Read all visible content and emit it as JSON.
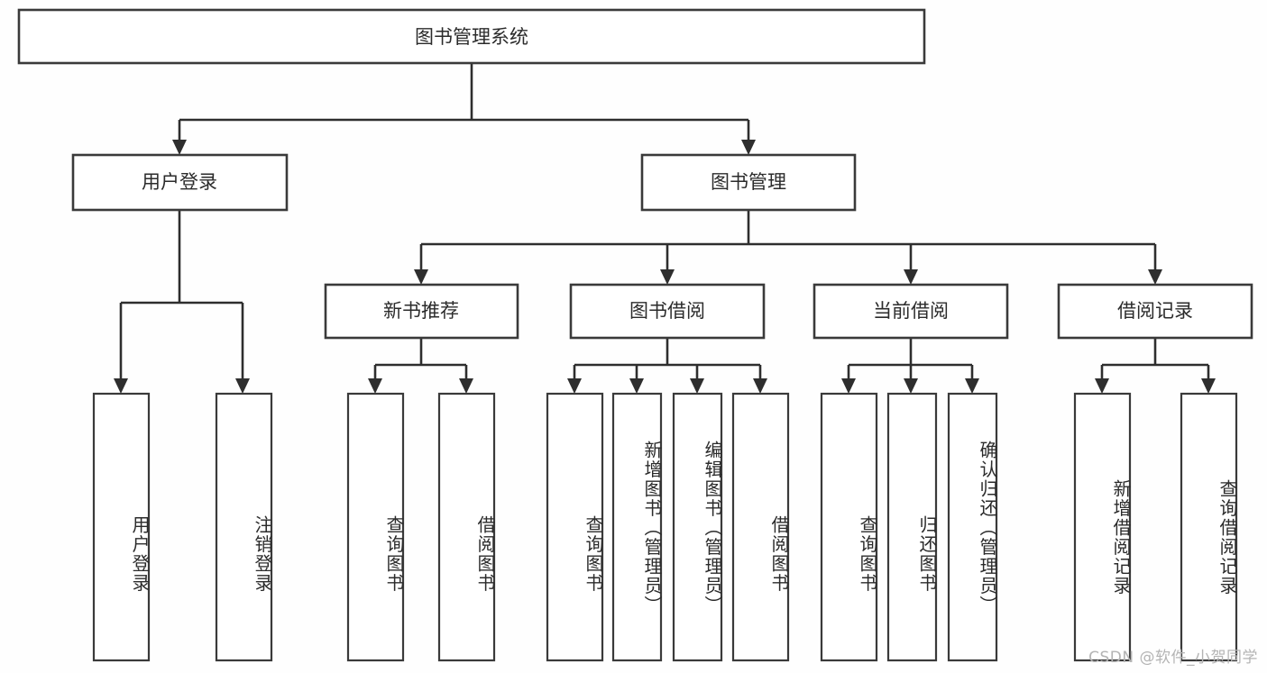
{
  "diagram": {
    "title": "图书管理系统",
    "type": "tree",
    "orientation": "top-down",
    "colors": {
      "background": "#fefefe",
      "box_fill": "#ffffff",
      "box_stroke": "#3a3a3a",
      "connector": "#2e2e2e",
      "text": "#2b2b2b",
      "watermark": "#b4b4b4"
    },
    "root": {
      "label": "图书管理系统"
    },
    "level1": [
      {
        "label": "用户登录"
      },
      {
        "label": "图书管理"
      }
    ],
    "level2": [
      {
        "label": "新书推荐"
      },
      {
        "label": "图书借阅"
      },
      {
        "label": "当前借阅"
      },
      {
        "label": "借阅记录"
      }
    ],
    "leaves": {
      "user_login": [
        {
          "label": "用户登录"
        },
        {
          "label": "注销登录"
        }
      ],
      "new_book_recommend": [
        {
          "label": "查询图书"
        },
        {
          "label": "借阅图书"
        }
      ],
      "book_borrow": [
        {
          "label": "查询图书"
        },
        {
          "label": "新增图书（管理员）"
        },
        {
          "label": "编辑图书（管理员）"
        },
        {
          "label": "借阅图书"
        }
      ],
      "current_borrow": [
        {
          "label": "查询图书"
        },
        {
          "label": "归还图书"
        },
        {
          "label": "确认归还（管理员）"
        }
      ],
      "borrow_record": [
        {
          "label": "新增借阅记录"
        },
        {
          "label": "查询借阅记录"
        }
      ]
    }
  },
  "watermark": {
    "text": "CSDN @软件_小贺同学"
  }
}
